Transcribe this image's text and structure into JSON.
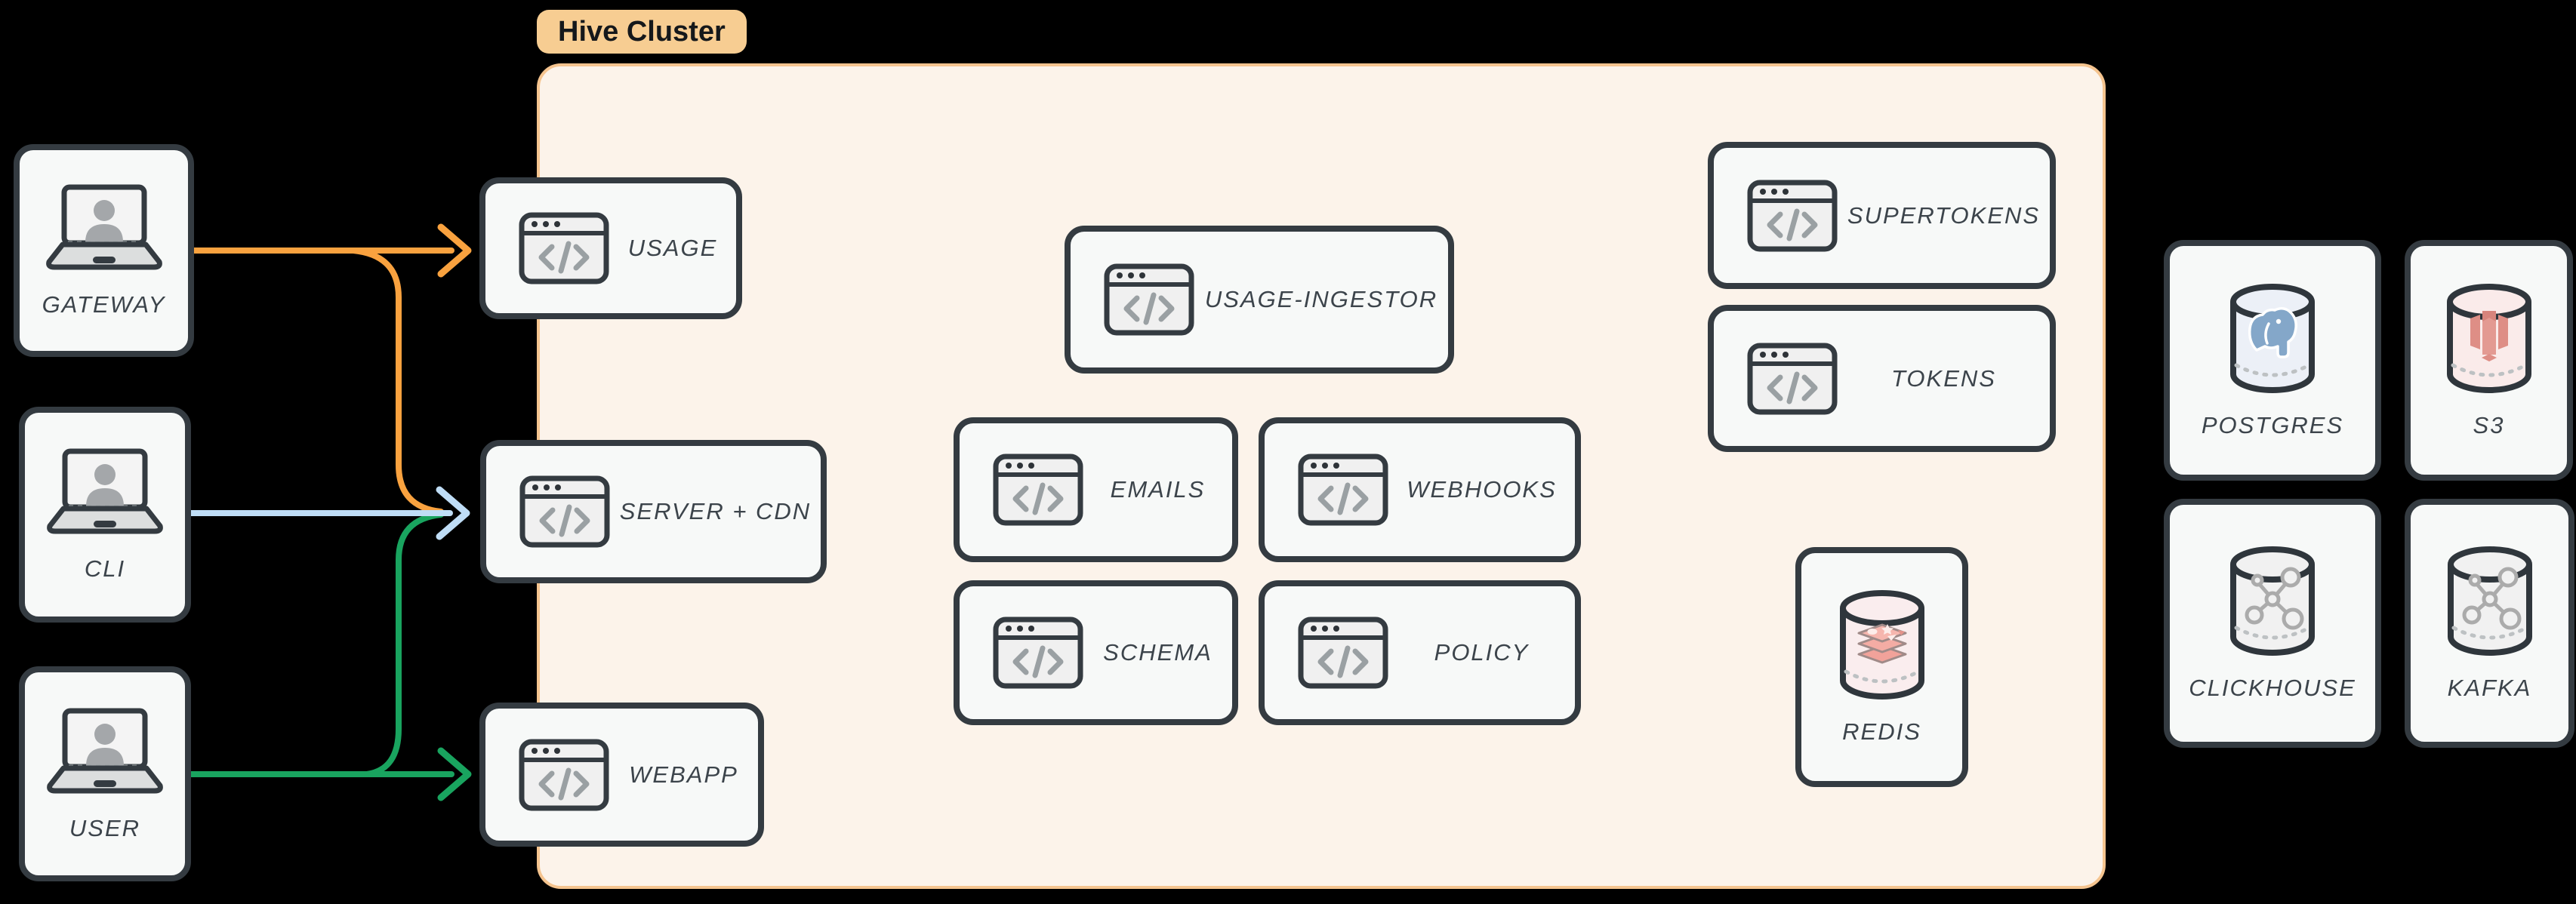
{
  "cluster": {
    "badge_label": "Hive Cluster",
    "fill": "#FCF3EA",
    "border_color": "#F5C48F",
    "badge_fill": "#F7CD92"
  },
  "actors": {
    "gateway": {
      "label": "GATEWAY",
      "icon": "laptop-user-icon"
    },
    "cli": {
      "label": "CLI",
      "icon": "laptop-user-icon"
    },
    "user": {
      "label": "USER",
      "icon": "laptop-user-icon"
    }
  },
  "services": {
    "usage": {
      "label": "USAGE",
      "icon": "code-window-icon"
    },
    "server_cdn": {
      "label": "SERVER + CDN",
      "icon": "code-window-icon"
    },
    "webapp": {
      "label": "WEBAPP",
      "icon": "code-window-icon"
    },
    "usage_ingestor": {
      "label": "USAGE-INGESTOR",
      "icon": "code-window-icon"
    },
    "emails": {
      "label": "EMAILS",
      "icon": "code-window-icon"
    },
    "webhooks": {
      "label": "WEBHOOKS",
      "icon": "code-window-icon"
    },
    "schema": {
      "label": "SCHEMA",
      "icon": "code-window-icon"
    },
    "policy": {
      "label": "POLICY",
      "icon": "code-window-icon"
    },
    "supertokens": {
      "label": "SUPERTOKENS",
      "icon": "code-window-icon"
    },
    "tokens": {
      "label": "TOKENS",
      "icon": "code-window-icon"
    },
    "redis": {
      "label": "REDIS",
      "icon": "redis-cylinder-icon"
    }
  },
  "stores": {
    "postgres": {
      "label": "POSTGRES",
      "icon": "postgres-cylinder-icon"
    },
    "s3": {
      "label": "S3",
      "icon": "s3-cylinder-icon"
    },
    "clickhouse": {
      "label": "CLICKHOUSE",
      "icon": "cluster-cylinder-icon"
    },
    "kafka": {
      "label": "KAFKA",
      "icon": "cluster-cylinder-icon"
    }
  },
  "edges": {
    "gateway_usage": {
      "from": "GATEWAY",
      "to": "USAGE",
      "color": "#F9A23F"
    },
    "gateway_server": {
      "from": "GATEWAY",
      "to": "SERVER + CDN",
      "color": "#F9A23F"
    },
    "user_server": {
      "from": "USER",
      "to": "SERVER + CDN",
      "color": "#19A45F"
    },
    "user_webapp": {
      "from": "USER",
      "to": "WEBAPP",
      "color": "#19A45F"
    },
    "cli_server": {
      "from": "CLI",
      "to": "SERVER + CDN",
      "color": "#BFDDF6"
    }
  },
  "colors": {
    "background": "#000000",
    "node_fill": "#F7F9F8",
    "node_border": "#343B41",
    "label_text": "#3C444B",
    "postgres_accent": "#84A7C9",
    "s3_accent": "#DE8E86",
    "redis_accent": "#F2A49C",
    "generic_db_accent": "#ABABAB"
  }
}
